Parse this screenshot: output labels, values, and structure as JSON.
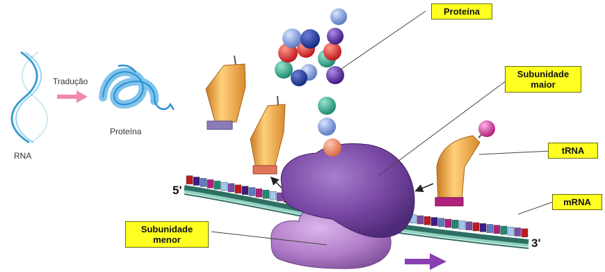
{
  "inset": {
    "rna_label": "RNA",
    "arrow_label": "Tradução",
    "protein_label": "Proteína"
  },
  "labels": {
    "protein": "Proteína",
    "large_subunit_line1": "Subunidade",
    "large_subunit_line2": "maior",
    "trna": "tRNA",
    "mrna": "mRNA",
    "small_subunit_line1": "Subunidade",
    "small_subunit_line2": "menor"
  },
  "ends": {
    "five_prime": "5'",
    "three_prime": "3'"
  },
  "colors": {
    "label_bg": "#ffff22",
    "ribosome_large": "#7b4aa6",
    "ribosome_small": "#b07ac8",
    "trna": "#f0a84a",
    "mrna_strand": "#3d8f80",
    "direction_arrow": "#8a3fb0",
    "inset_rna": "#3a9fd0",
    "inset_arrow": "#f08aa8"
  }
}
